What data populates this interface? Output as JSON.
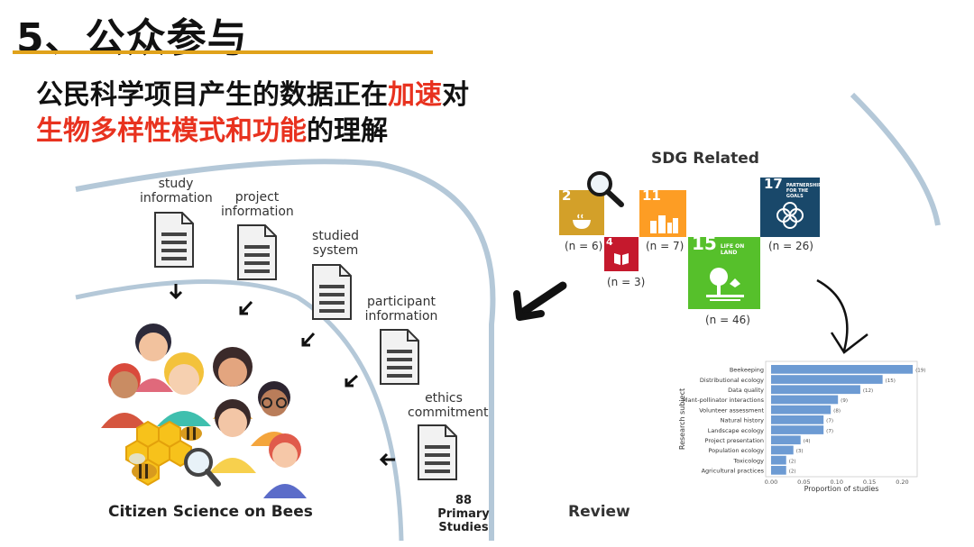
{
  "title": "5、公众参与",
  "headline": {
    "line1_a": "公民科学项目产生的数据正在",
    "line1_b": "加速",
    "line1_c": "对",
    "line2_a": "生物多样性模式和功能",
    "line2_b": "的理解"
  },
  "left_diagram": {
    "labels": {
      "study": [
        "study",
        "information"
      ],
      "project": [
        "project",
        "information"
      ],
      "system": [
        "studied",
        "system"
      ],
      "participant": [
        "participant",
        "information"
      ],
      "ethics": [
        "ethics",
        "commitment"
      ]
    },
    "caption": "Citizen Science on Bees",
    "primary_count": "88",
    "primary_label": "Primary Studies",
    "review_label": "Review"
  },
  "sdg": {
    "heading": "SDG Related",
    "tiles": [
      {
        "num": "2",
        "text": "ZERO HUNGER",
        "color": "#d3a029",
        "count": "(n = 6)"
      },
      {
        "num": "4",
        "text": "QUALITY EDUCATION",
        "color": "#c5192d",
        "count": "(n = 3)"
      },
      {
        "num": "11",
        "text": "SUSTAINABLE CITIES AND COMMUNITIES",
        "color": "#fd9d24",
        "count": "(n = 7)"
      },
      {
        "num": "15",
        "text": "LIFE ON LAND",
        "color": "#56c02b",
        "count": "(n = 46)"
      },
      {
        "num": "17",
        "text": "PARTNERSHIPS FOR THE GOALS",
        "color": "#19486a",
        "count": "(n = 26)"
      }
    ]
  },
  "chart_data": {
    "type": "bar",
    "orientation": "horizontal",
    "title": "",
    "xlabel": "Proportion of studies",
    "ylabel": "Research subject",
    "xlim": [
      0,
      0.22
    ],
    "xticks": [
      "0.00",
      "0.05",
      "0.10",
      "0.15",
      "0.20"
    ],
    "color": "#6d9bd3",
    "categories": [
      "Beekeeping",
      "Distributional ecology",
      "Data quality",
      "Plant-pollinator interactions",
      "Volunteer assessment",
      "Natural history",
      "Landscape ecology",
      "Project presentation",
      "Population ecology",
      "Toxicology",
      "Agricultural practices"
    ],
    "counts": [
      19,
      15,
      12,
      9,
      8,
      7,
      7,
      4,
      3,
      2,
      2
    ],
    "count_labels": [
      "(19)",
      "(15)",
      "(12)",
      "(9)",
      "(8)",
      "(7)",
      "(7)",
      "(4)",
      "(3)",
      "(2)",
      "(2)"
    ],
    "values": [
      0.216,
      0.17,
      0.136,
      0.102,
      0.091,
      0.08,
      0.08,
      0.045,
      0.034,
      0.023,
      0.023
    ]
  }
}
